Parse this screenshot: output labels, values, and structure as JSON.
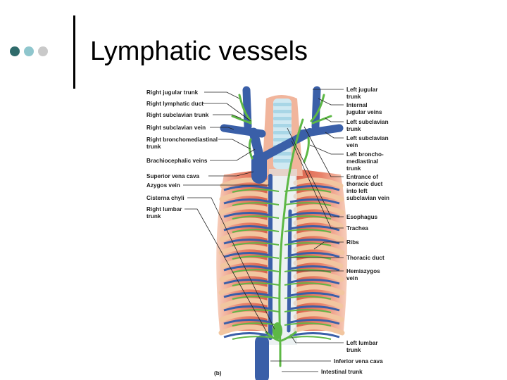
{
  "slide": {
    "title": "Lymphatic vessels",
    "bullet_colors": [
      "#2f6b6b",
      "#8fc6cd",
      "#c9c9c9"
    ]
  },
  "figure": {
    "panel_label": "(b)",
    "labels_left": {
      "right_jugular_trunk": "Right jugular trunk",
      "right_lymphatic_duct": "Right lymphatic duct",
      "right_subclavian_trunk": "Right subclavian trunk",
      "right_subclavian_vein": "Right subclavian vein",
      "right_bronchomediastinal_1": "Right bronchomediastinal",
      "right_bronchomediastinal_2": "trunk",
      "brachiocephalic_veins": "Brachiocephalic veins",
      "superior_vena_cava": "Superior vena cava",
      "azygos_vein": "Azygos vein",
      "cisterna_chyli": "Cisterna chyli",
      "right_lumbar_1": "Right lumbar",
      "right_lumbar_2": "trunk"
    },
    "labels_right": {
      "left_jugular_1": "Left jugular",
      "left_jugular_2": "trunk",
      "internal_jugular_1": "Internal",
      "internal_jugular_2": "jugular veins",
      "left_subclavian_trunk_1": "Left subclavian",
      "left_subclavian_trunk_2": "trunk",
      "left_subclavian_vein_1": "Left subclavian",
      "left_subclavian_vein_2": "vein",
      "left_broncho_1": "Left broncho-",
      "left_broncho_2": "mediastinal",
      "left_broncho_3": "trunk",
      "entrance_1": "Entrance of",
      "entrance_2": "thoracic duct",
      "entrance_3": "into left",
      "entrance_4": "subclavian vein",
      "esophagus": "Esophagus",
      "trachea": "Trachea",
      "ribs": "Ribs",
      "thoracic_duct": "Thoracic duct",
      "hemiazygos_1": "Hemiazygos",
      "hemiazygos_2": "vein",
      "left_lumbar_1": "Left lumbar",
      "left_lumbar_2": "trunk",
      "inferior_vena_cava": "Inferior vena cava",
      "intestinal_trunk": "Intestinal trunk"
    },
    "colors": {
      "vein": "#3a5fa8",
      "lymph": "#5db845",
      "muscle": "#e9836b",
      "rib": "#f2c6a0",
      "trachea": "#bfe3ee"
    }
  }
}
